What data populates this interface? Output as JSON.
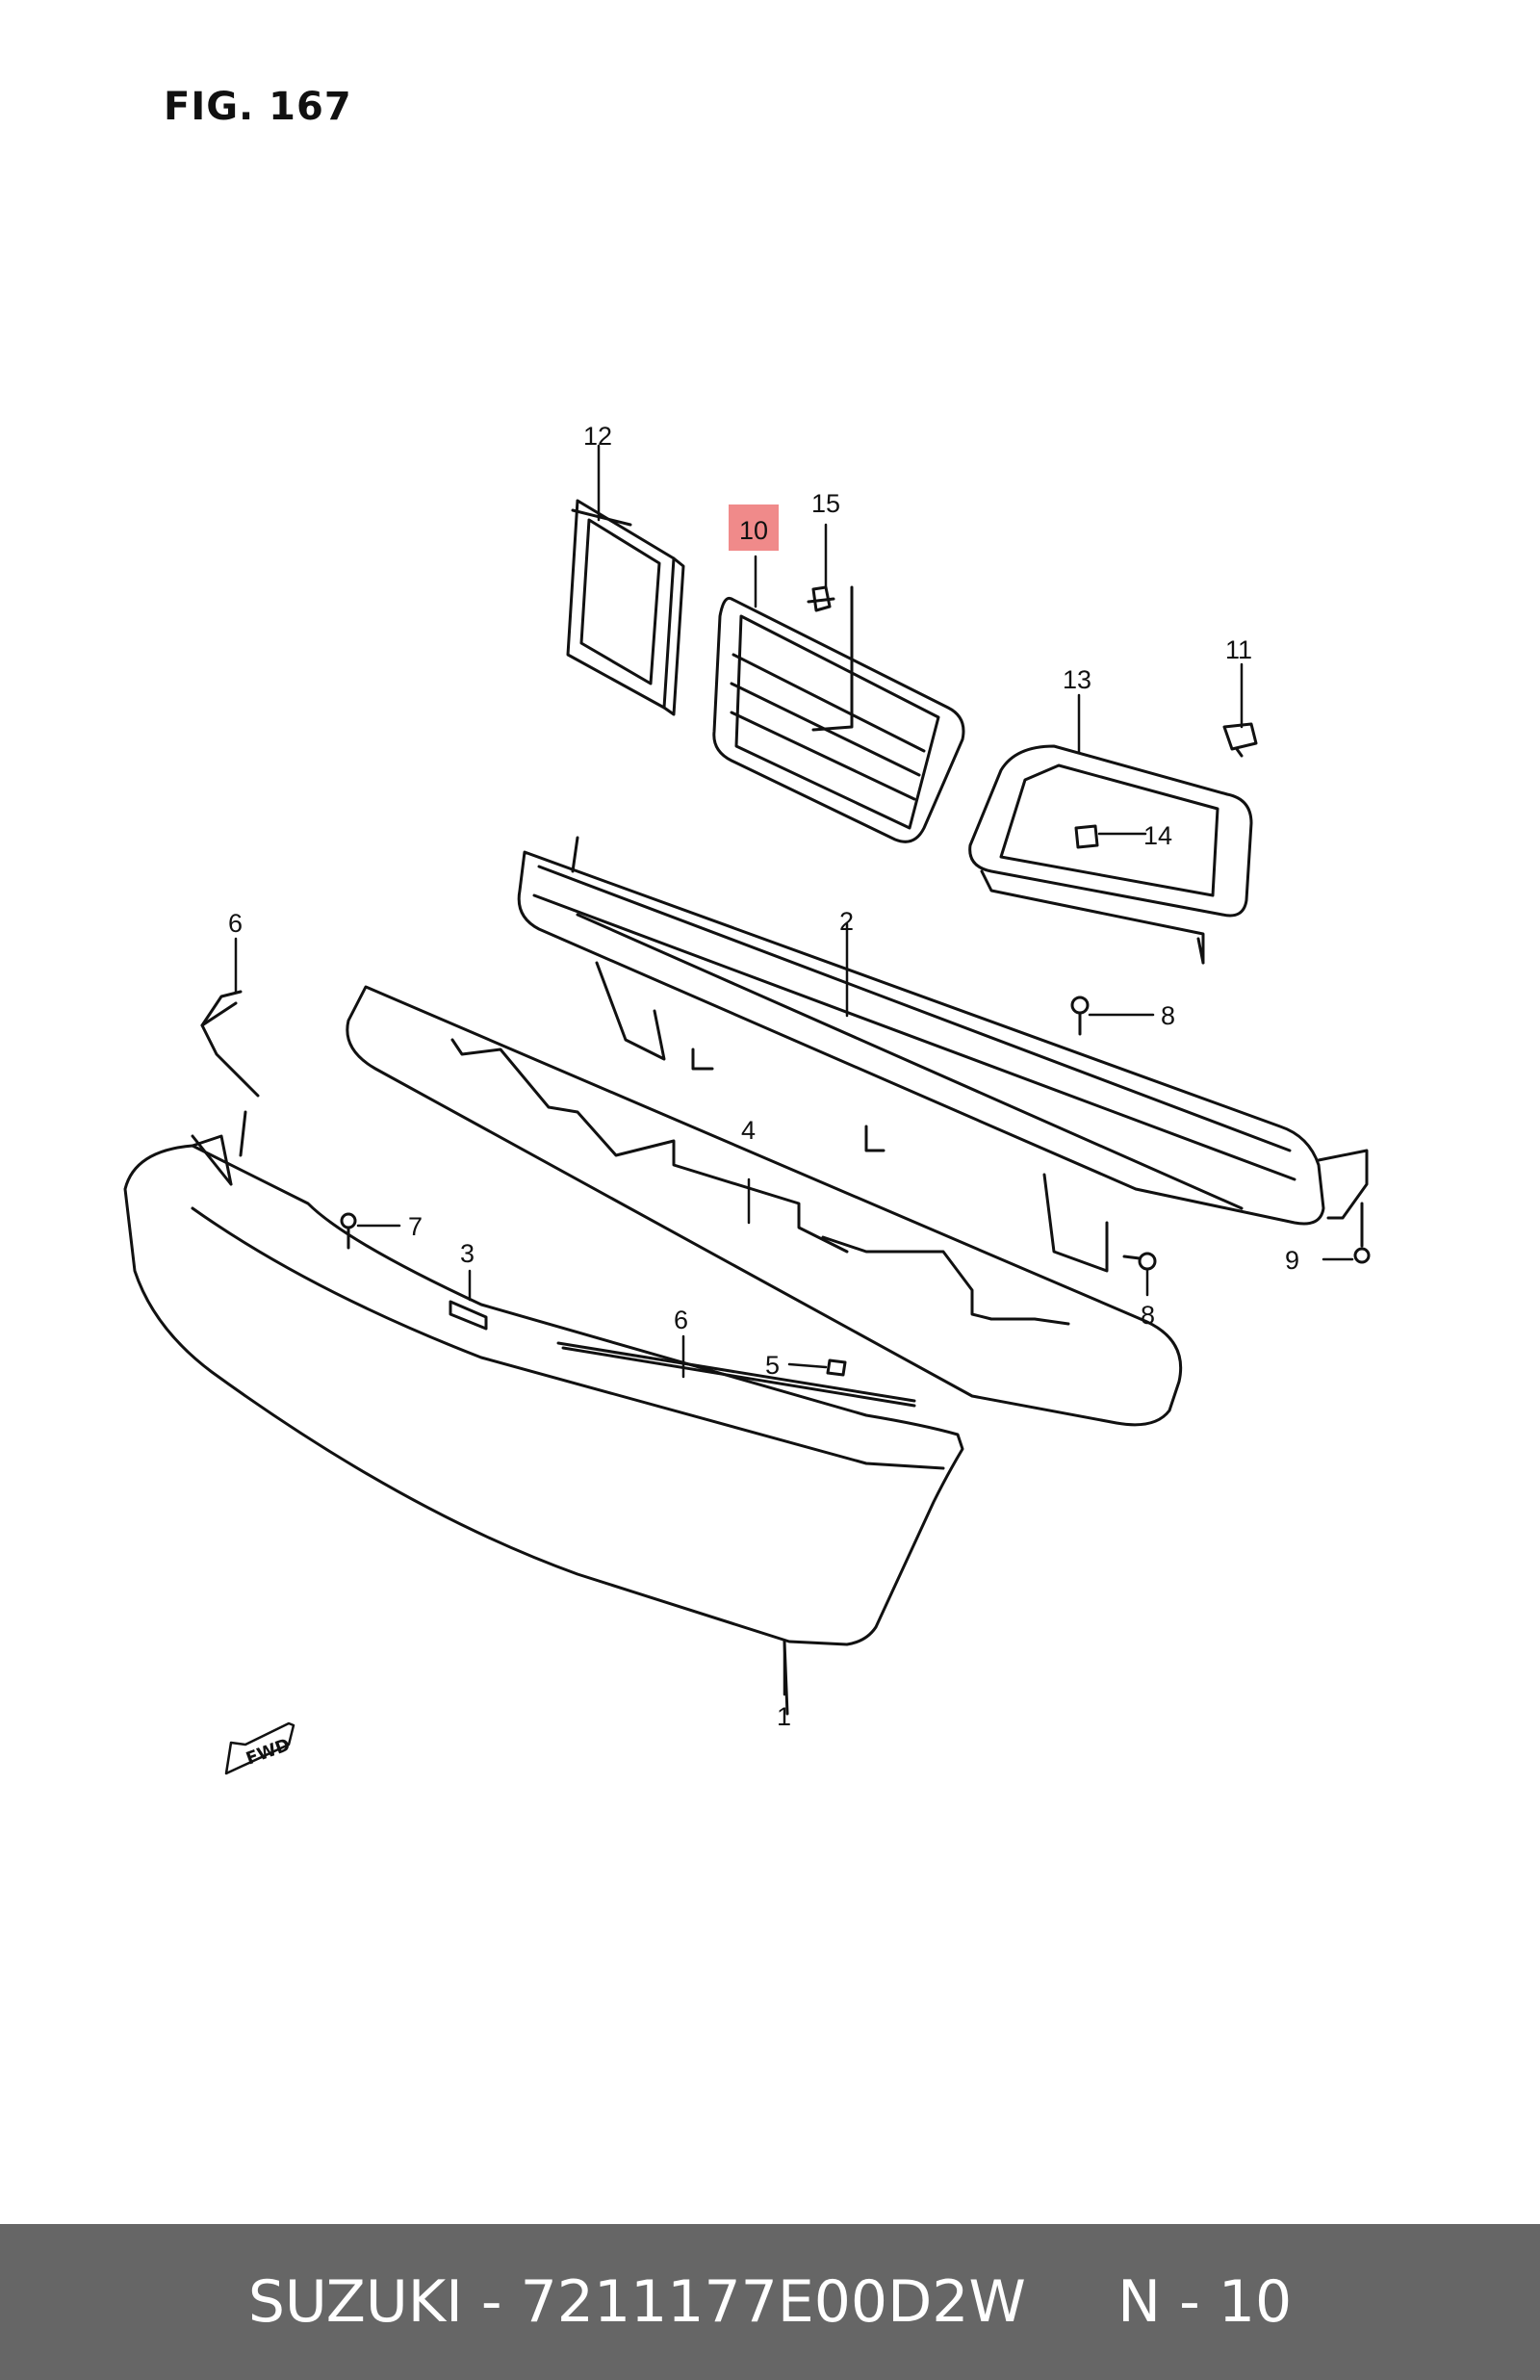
{
  "figure": {
    "title": "FIG. 167"
  },
  "callouts": {
    "c1": "1",
    "c2": "2",
    "c3": "3",
    "c4": "4",
    "c5": "5",
    "c6a": "6",
    "c6b": "6",
    "c7": "7",
    "c8a": "8",
    "c8b": "8",
    "c9": "9",
    "c10": "10",
    "c11": "11",
    "c12": "12",
    "c13": "13",
    "c14": "14",
    "c15": "15"
  },
  "fwd_label": "FWD",
  "highlight_color": "#f08a8a",
  "footer": {
    "text": "SUZUKI - 7211177E00D2W     N - 10"
  }
}
